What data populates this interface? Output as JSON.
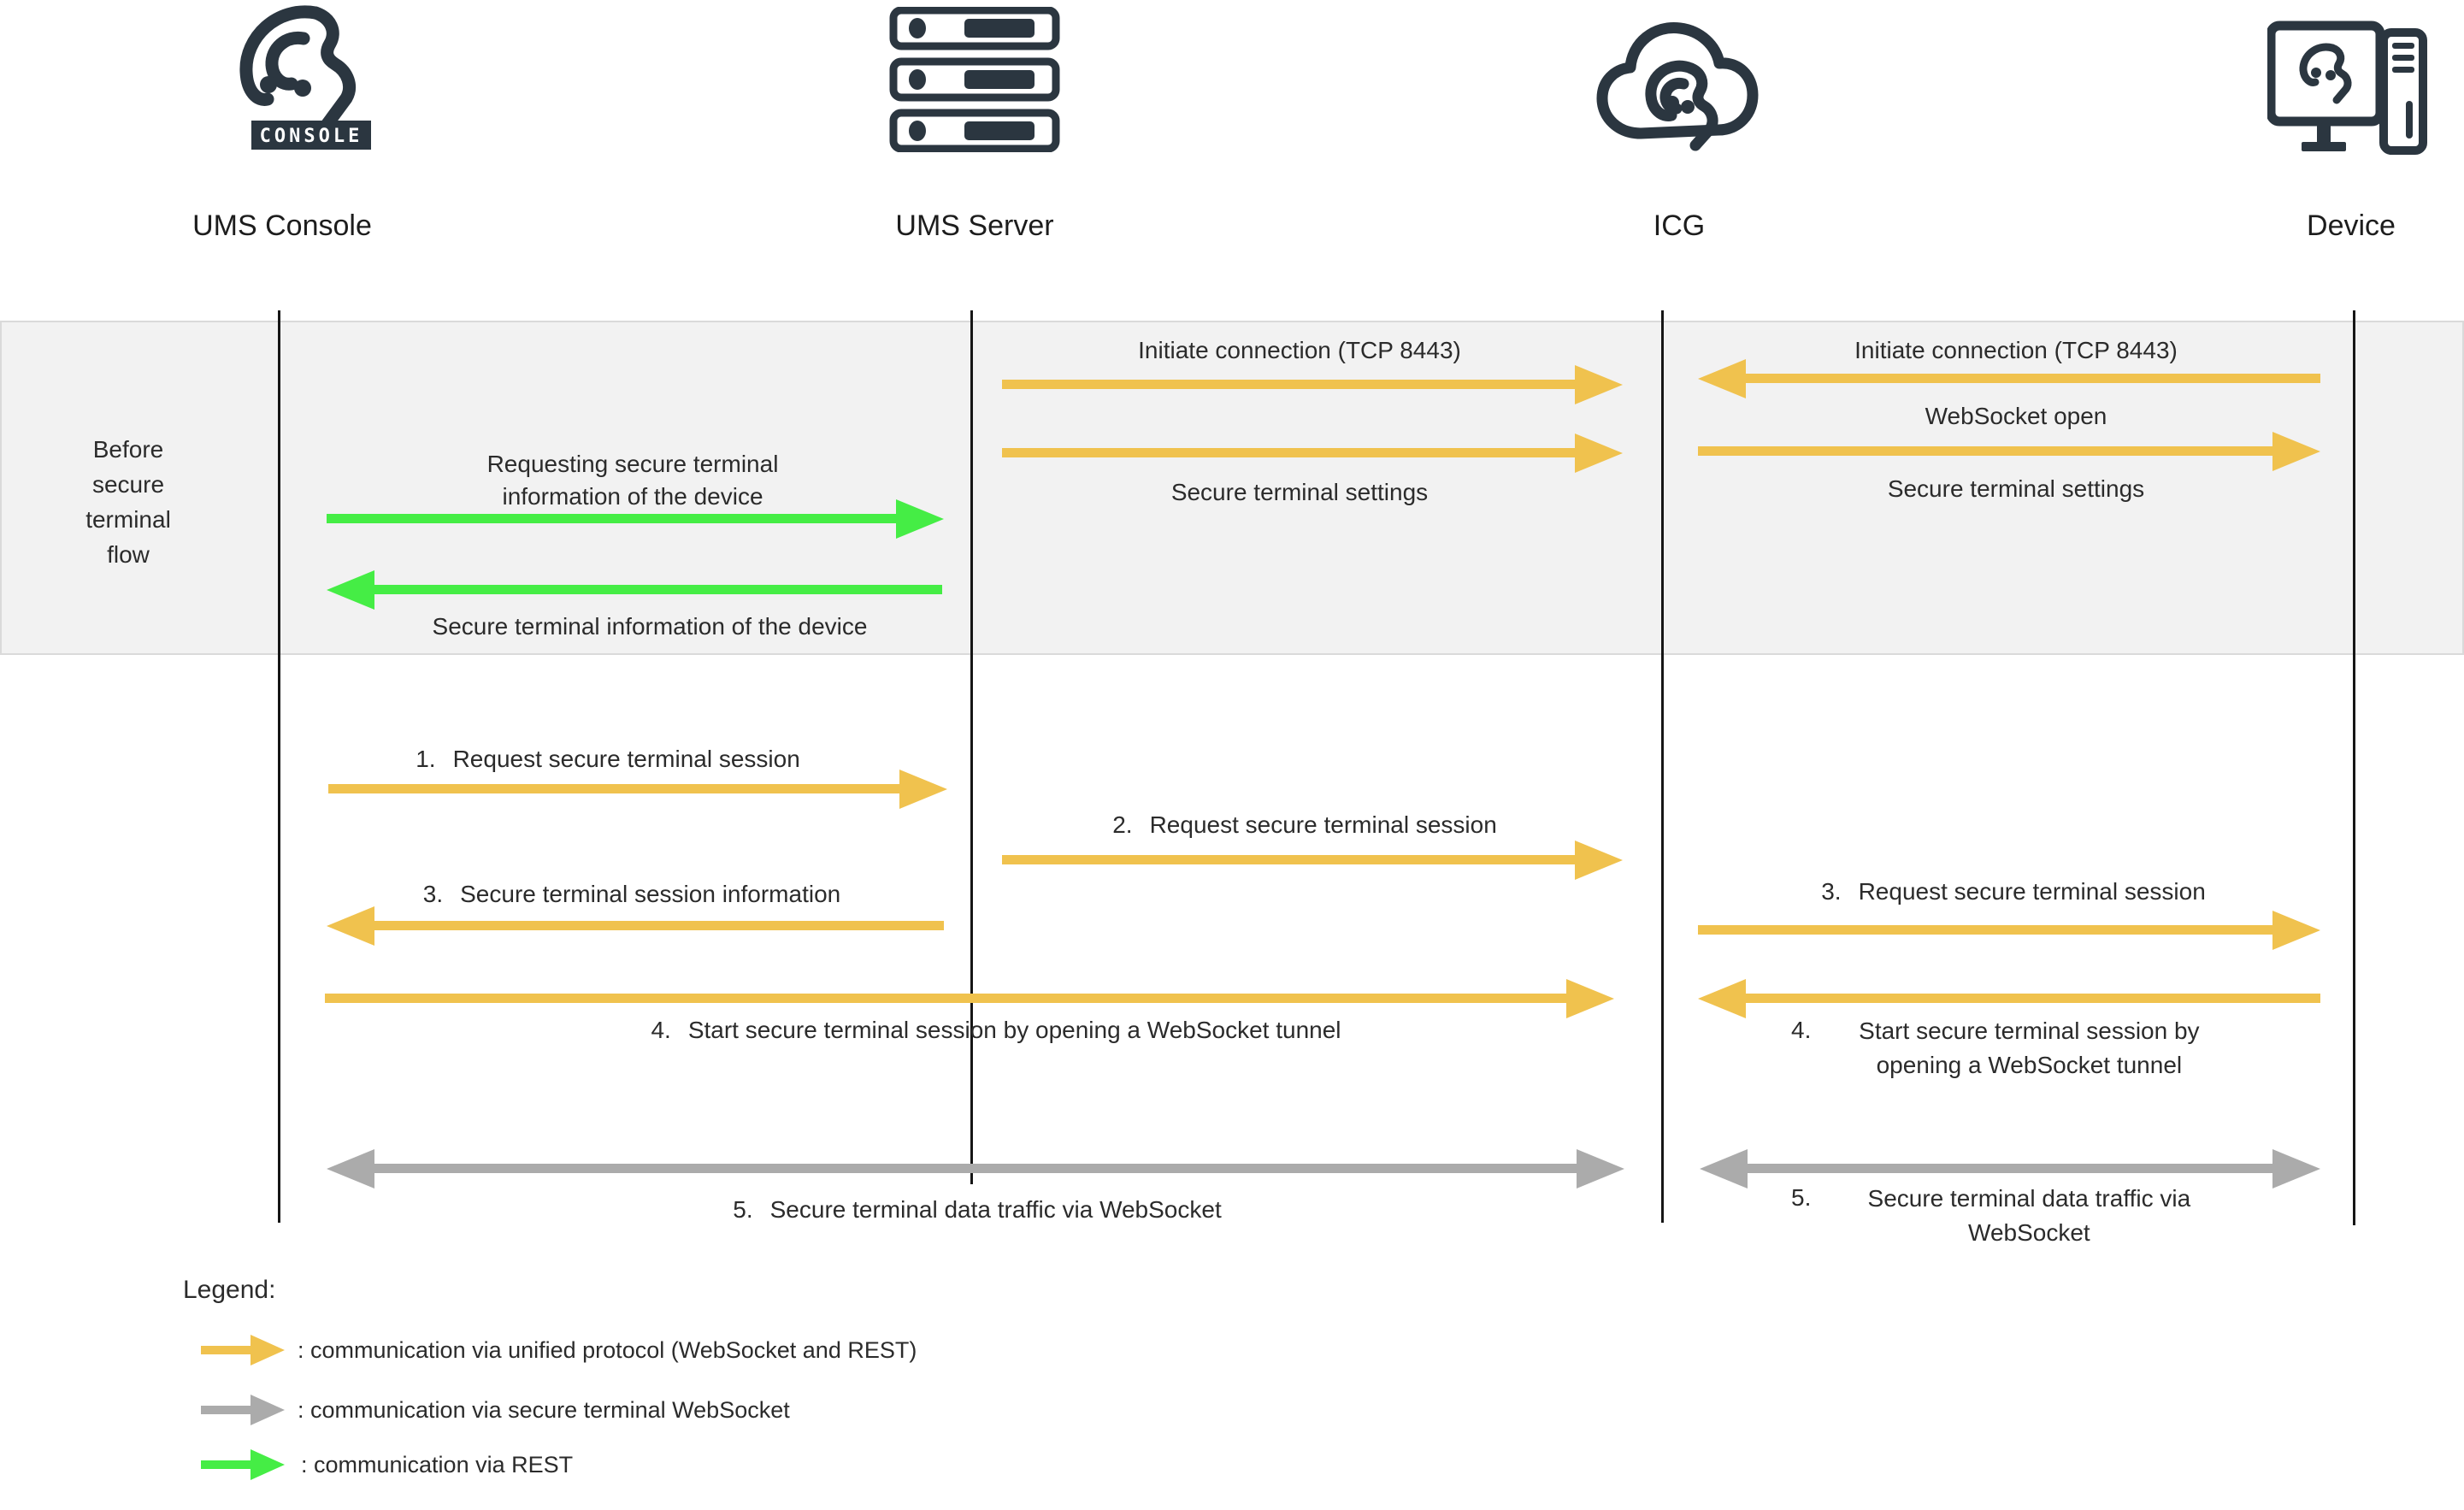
{
  "colors": {
    "unified": "#F0C24E",
    "secure_ws": "#ABABAB",
    "rest": "#45ED45",
    "icon": "#2B3640",
    "band_bg": "#F2F2F2",
    "band_border": "#DADADA",
    "lifeline": "#161616",
    "text": "#2B2B2B",
    "actor_text": "#1D1D1D",
    "plate_text": "#FFFFFF"
  },
  "actors": [
    {
      "label": "UMS Console",
      "badge": "CONSOLE"
    },
    {
      "label": "UMS Server"
    },
    {
      "label": "ICG"
    },
    {
      "label": "Device"
    }
  ],
  "before_flow": {
    "row_label": "Before secure terminal flow",
    "server_icg": {
      "initiate": "Initiate connection (TCP 8443)",
      "settings": "Secure terminal settings"
    },
    "icg_device": {
      "initiate": "Initiate connection (TCP 8443)",
      "ws_open": "WebSocket open",
      "settings": "Secure terminal settings"
    },
    "console_server": {
      "request": "Requesting secure terminal information of the device",
      "response": "Secure terminal information of the device"
    }
  },
  "steps": [
    {
      "number": "1.",
      "text": "Request secure terminal session"
    },
    {
      "number": "2.",
      "text": "Request secure terminal session"
    },
    {
      "number": "3.",
      "text": "Secure terminal session information"
    },
    {
      "number": "3.",
      "text": "Request secure terminal session"
    },
    {
      "number": "4.",
      "text": "Start secure terminal session by opening a WebSocket tunnel"
    },
    {
      "number": "4.",
      "text": "Start secure terminal session by opening a WebSocket tunnel"
    },
    {
      "number": "5.",
      "text": "Secure terminal data traffic via WebSocket"
    },
    {
      "number": "5.",
      "text": "Secure terminal data traffic via WebSocket"
    }
  ],
  "legend": {
    "title": "Legend:",
    "items": [
      {
        "label": ": communication via unified protocol (WebSocket and REST)"
      },
      {
        "label": ": communication via secure terminal WebSocket"
      },
      {
        "label": ": communication via REST"
      }
    ]
  }
}
